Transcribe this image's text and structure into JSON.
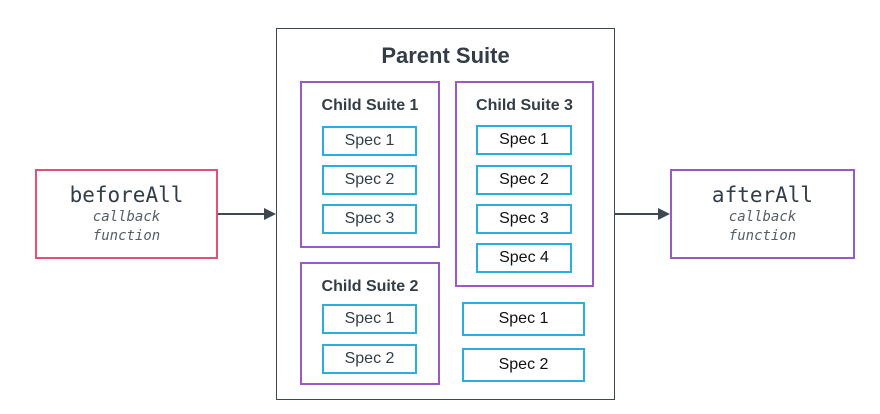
{
  "parent_suite": {
    "title": "Parent Suite",
    "direct_specs": [
      "Spec 1",
      "Spec 2"
    ]
  },
  "child_suites": [
    {
      "title": "Child Suite 1",
      "specs": [
        "Spec 1",
        "Spec 2",
        "Spec 3"
      ]
    },
    {
      "title": "Child Suite 2",
      "specs": [
        "Spec 1",
        "Spec 2"
      ]
    },
    {
      "title": "Child Suite 3",
      "specs": [
        "Spec 1",
        "Spec 2",
        "Spec 3",
        "Spec 4"
      ]
    }
  ],
  "before_all": {
    "name": "beforeAll",
    "line1": "callback",
    "line2": "function"
  },
  "after_all": {
    "name": "afterAll",
    "line1": "callback",
    "line2": "function"
  },
  "colors": {
    "parent_border": "#3d4852",
    "child_border": "#9b59c5",
    "spec_border": "#29aee0",
    "before_border": "#e0527a",
    "after_border": "#9b59c5",
    "arrow": "#3d4852"
  }
}
